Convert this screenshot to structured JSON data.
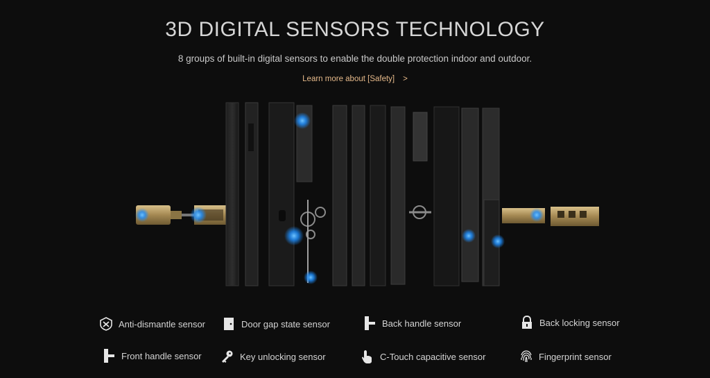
{
  "header": {
    "title": "3D DIGITAL SENSORS TECHNOLOGY",
    "subtitle": "8 groups of built-in digital sensors to enable the double protection indoor and outdoor.",
    "link_label": "Learn more about [Safety]",
    "link_arrow": ">"
  },
  "colors": {
    "background": "#0d0d0d",
    "link": "#e5b98a",
    "sensor_glow": "#1e8fff",
    "gold": "#b89a5a"
  },
  "sensors": [
    {
      "label": "Anti-dismantle sensor",
      "icon": "anti-dismantle-icon"
    },
    {
      "label": "Door gap state sensor",
      "icon": "door-icon"
    },
    {
      "label": "Back handle sensor",
      "icon": "handle-icon"
    },
    {
      "label": "Back locking sensor",
      "icon": "lock-icon"
    },
    {
      "label": "Front handle sensor",
      "icon": "handle-icon"
    },
    {
      "label": "Key unlocking sensor",
      "icon": "key-icon"
    },
    {
      "label": "C-Touch capacitive sensor",
      "icon": "touch-icon"
    },
    {
      "label": "Fingerprint sensor",
      "icon": "fingerprint-icon"
    }
  ]
}
